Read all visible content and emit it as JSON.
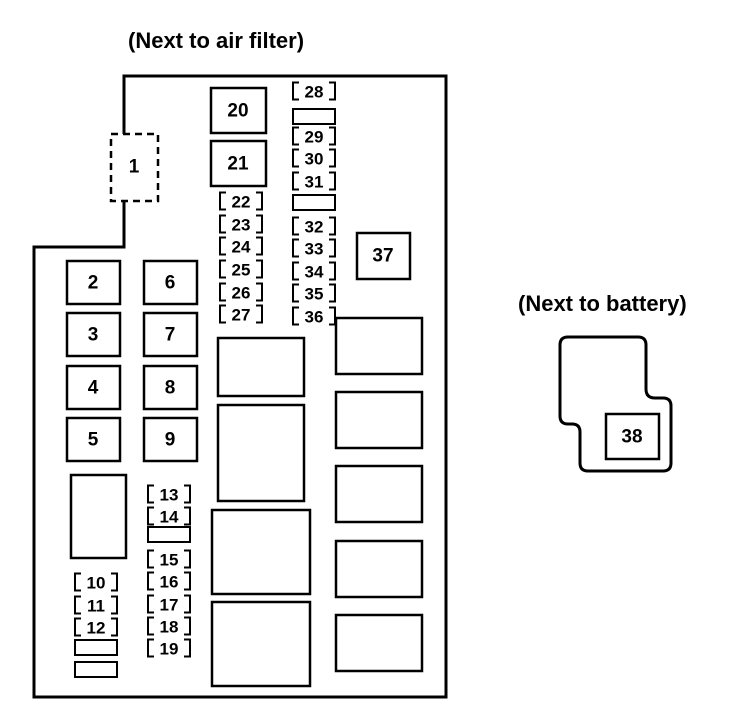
{
  "captions": {
    "main_box": "(Next to air filter)",
    "battery_box": "(Next to battery)"
  },
  "fuses": {
    "f1": "1",
    "f2": "2",
    "f3": "3",
    "f4": "4",
    "f5": "5",
    "f6": "6",
    "f7": "7",
    "f8": "8",
    "f9": "9",
    "f10": "10",
    "f11": "11",
    "f12": "12",
    "f13": "13",
    "f14": "14",
    "f15": "15",
    "f16": "16",
    "f17": "17",
    "f18": "18",
    "f19": "19",
    "f20": "20",
    "f21": "21",
    "f22": "22",
    "f23": "23",
    "f24": "24",
    "f25": "25",
    "f26": "26",
    "f27": "27",
    "f28": "28",
    "f29": "29",
    "f30": "30",
    "f31": "31",
    "f32": "32",
    "f33": "33",
    "f34": "34",
    "f35": "35",
    "f36": "36",
    "f37": "37",
    "f38": "38"
  }
}
